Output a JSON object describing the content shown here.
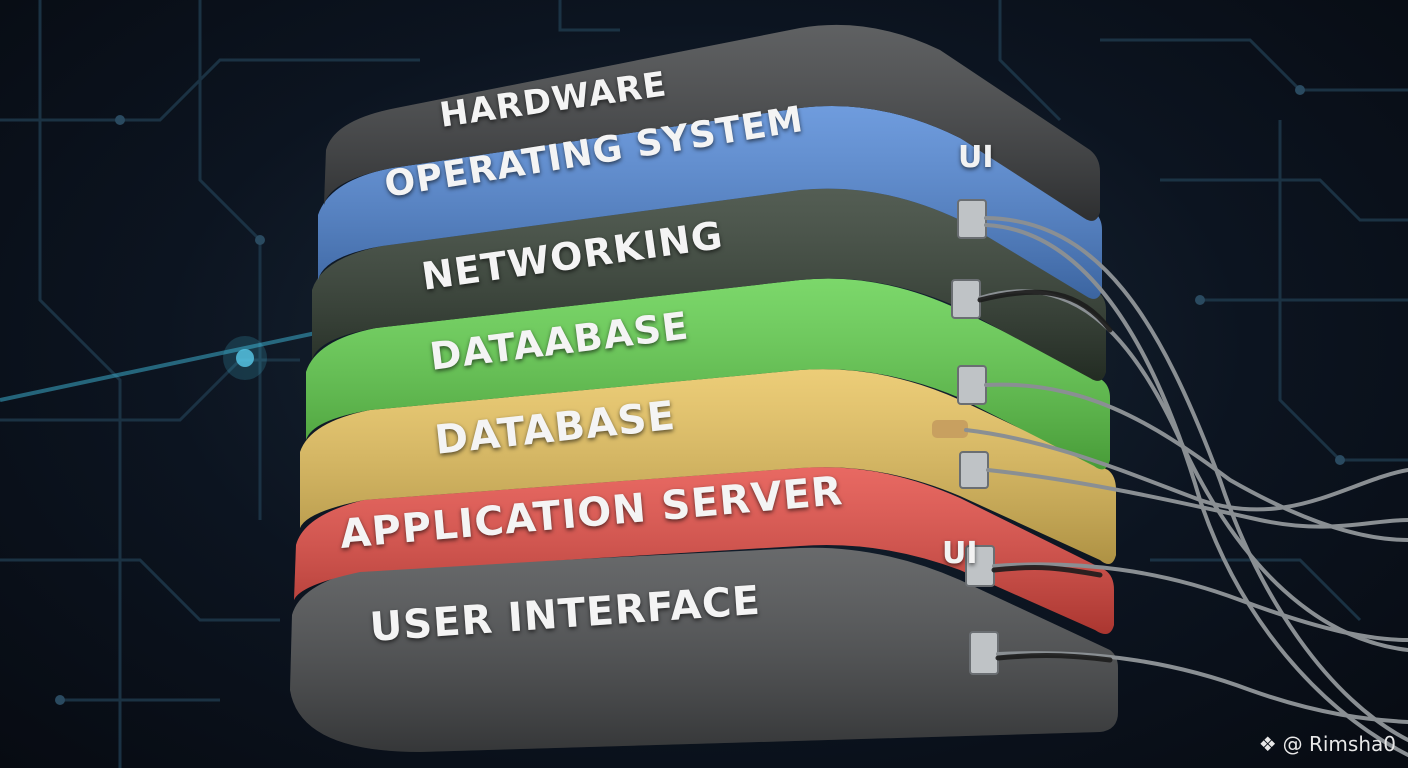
{
  "layers": [
    {
      "label": "HARDWARE",
      "color": "#3c3e40"
    },
    {
      "label": "OPERATING SYSTEM",
      "color": "#4f86d6"
    },
    {
      "label": "NETWORKING",
      "color": "#2e3a2e"
    },
    {
      "label": "DATAABASE",
      "color": "#5fcf4a"
    },
    {
      "label": "DATABASE",
      "color": "#e8c25a"
    },
    {
      "label": "APPLICATION SERVER",
      "color": "#e34840"
    },
    {
      "label": "USER INTERFACE",
      "color": "#47494b"
    }
  ],
  "side_labels": {
    "top": "UI",
    "middle": "UI"
  },
  "watermark": {
    "icon": "binance-diamond-icon",
    "text": "@ Rimsha0"
  },
  "colors": {
    "background": "#0c1420",
    "circuit": "#1d3648",
    "glow": "#3fb7d8"
  }
}
